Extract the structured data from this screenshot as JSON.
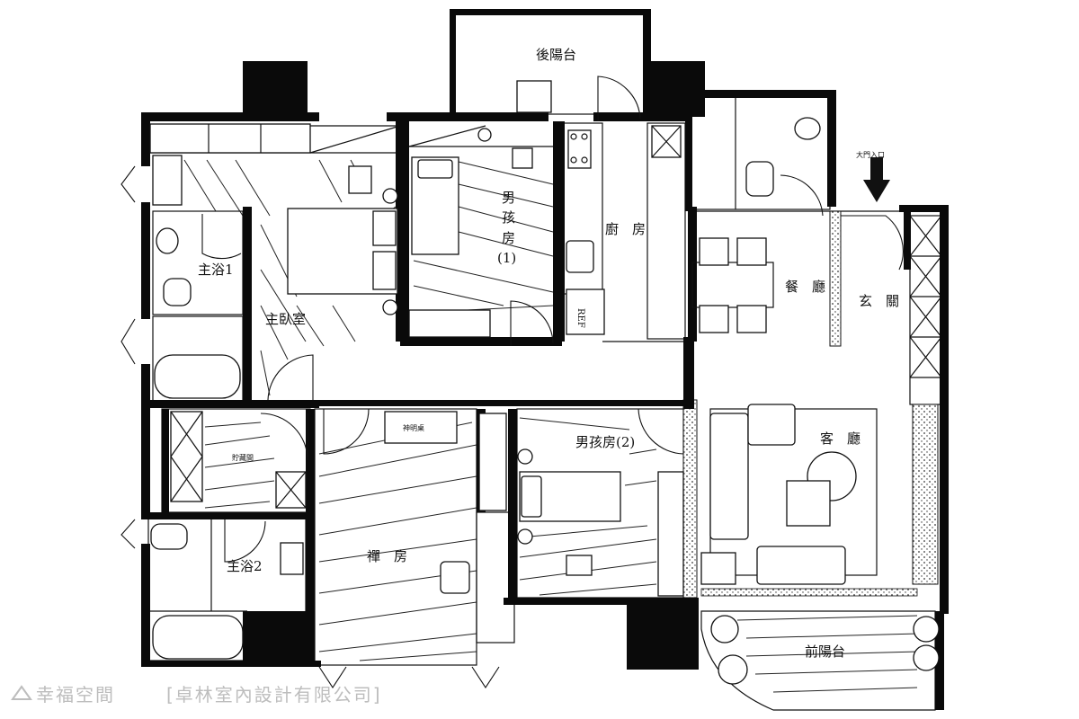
{
  "rooms": {
    "back_balcony": "後陽台",
    "boy_room_1_a": "男",
    "boy_room_1_b": "孩",
    "boy_room_1_c": "房",
    "boy_room_1_d": "(1)",
    "kitchen": "廚　房",
    "main_entrance": "大門入口",
    "master_bath_1": "主浴1",
    "master_bedroom": "主臥室",
    "dining_room": "餐　廳",
    "foyer": "玄　關",
    "refrigerator": "REF",
    "storage_room": "貯藏間",
    "altar_table": "神明桌",
    "boy_room_2": "男孩房(2)",
    "living_room": "客　廳",
    "master_bath_2": "主浴2",
    "zen_room": "禪　房",
    "front_balcony": "前陽台"
  },
  "watermark": {
    "brand": "幸福空間",
    "credit": "[卓林室內設計有限公司]"
  }
}
